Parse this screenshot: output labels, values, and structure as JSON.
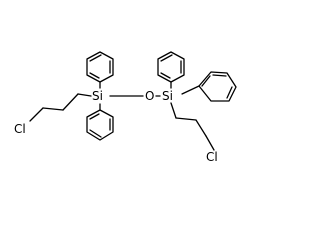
{
  "molecule": {
    "atoms": {
      "si_left": "Si",
      "si_right": "Si",
      "oxygen": "O",
      "cl_left": "Cl",
      "cl_right": "Cl"
    }
  }
}
